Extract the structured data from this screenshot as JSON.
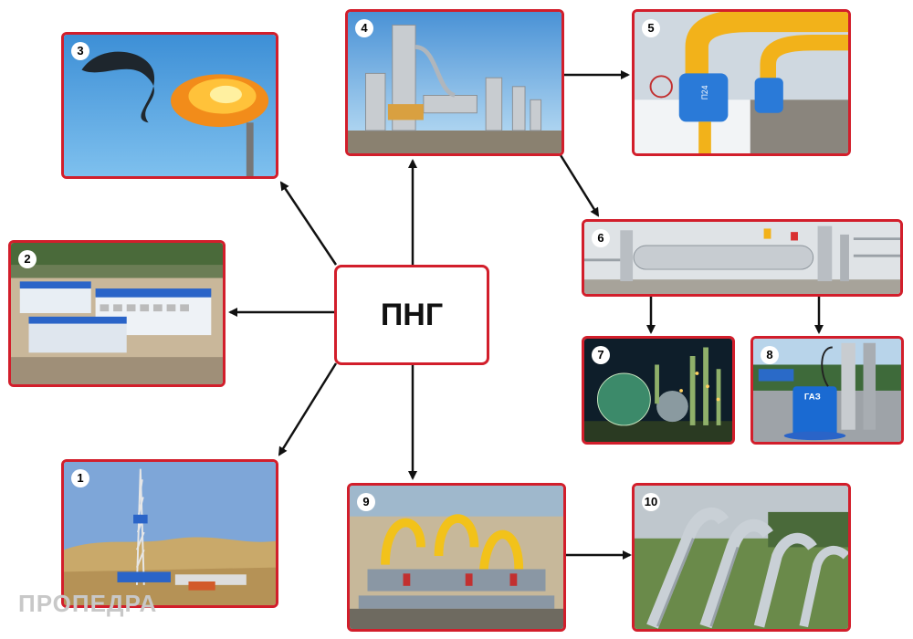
{
  "center": {
    "label": "ПНГ"
  },
  "panels": [
    {
      "id": "p1",
      "number": "1",
      "icon": "drilling-rig-photo"
    },
    {
      "id": "p2",
      "number": "2",
      "icon": "power-plant-photo"
    },
    {
      "id": "p3",
      "number": "3",
      "icon": "gas-flare-photo"
    },
    {
      "id": "p4",
      "number": "4",
      "icon": "gas-processing-plant-photo"
    },
    {
      "id": "p5",
      "number": "5",
      "icon": "pipeline-valves-photo"
    },
    {
      "id": "p6",
      "number": "6",
      "icon": "separator-unit-photo"
    },
    {
      "id": "p7",
      "number": "7",
      "icon": "petrochemical-tanks-photo"
    },
    {
      "id": "p8",
      "number": "8",
      "icon": "gas-filling-station-photo"
    },
    {
      "id": "p9",
      "number": "9",
      "icon": "compressor-station-photo"
    },
    {
      "id": "p10",
      "number": "10",
      "icon": "pipelines-photo"
    }
  ],
  "p8_sign": "ГАЗ",
  "p5_marking": "П24",
  "watermark": "ПРОПЕДРА",
  "colors": {
    "frame": "#d21e2b",
    "arrow": "#111111"
  }
}
